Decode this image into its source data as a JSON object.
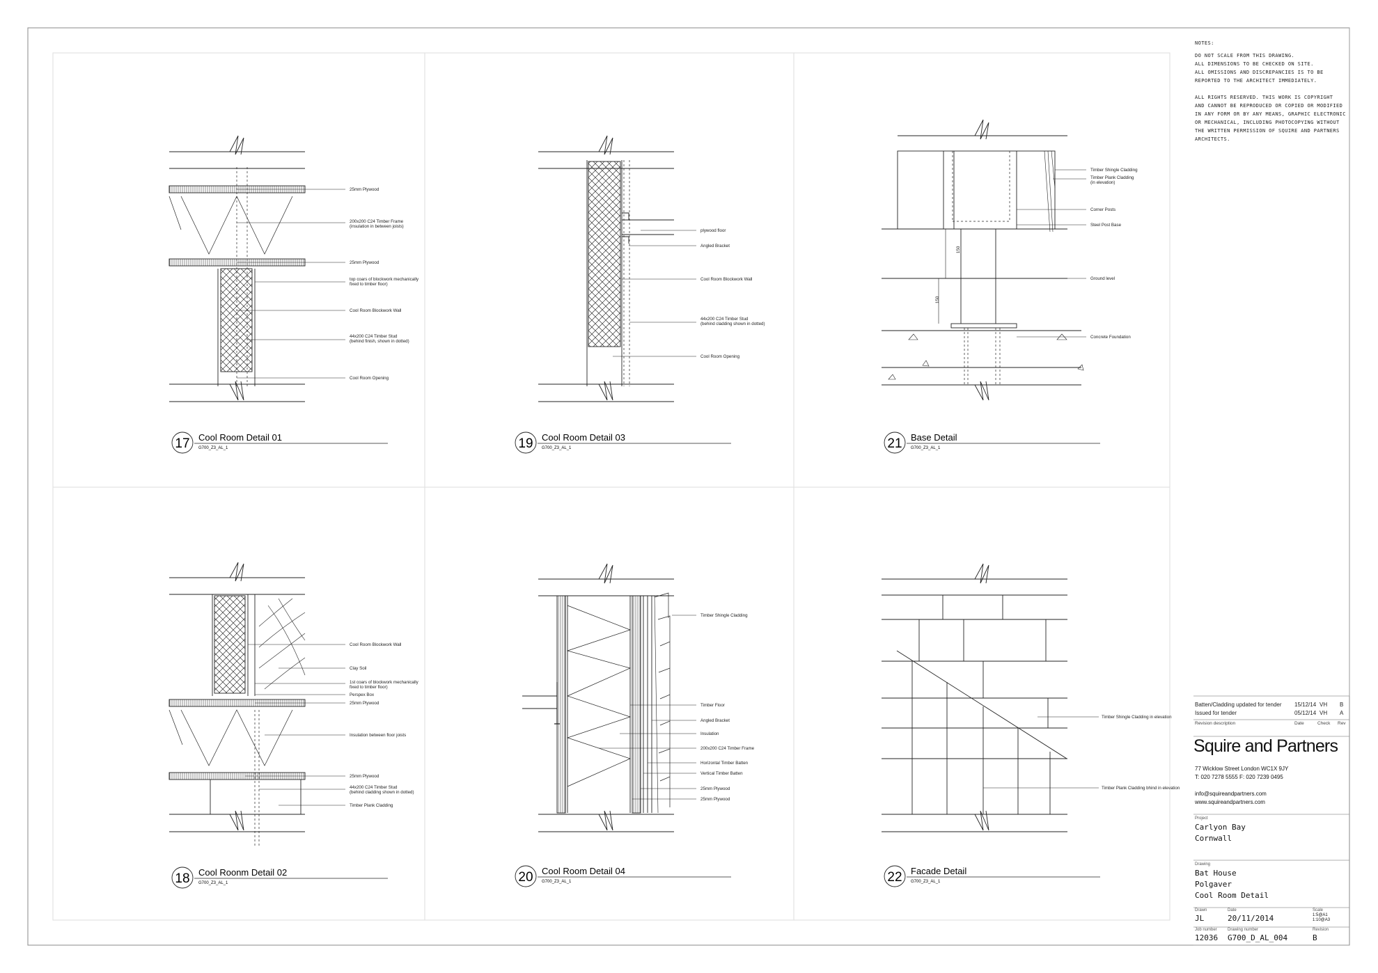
{
  "notes": {
    "heading": "NOTES:",
    "paragraph_1": "DO NOT SCALE FROM THIS DRAWING.\nALL DIMENSIONS TO BE CHECKED ON SITE.\nALL OMISSIONS AND DISCREPANCIES IS TO BE\nREPORTED  TO THE ARCHITECT IMMEDIATELY.",
    "paragraph_2": "ALL RIGHTS RESERVED. THIS WORK IS COPYRIGHT\nAND CANNOT BE REPRODUCED OR COPIED OR MODIFIED\nIN ANY FORM OR BY ANY MEANS, GRAPHIC ELECTRONIC\nOR MECHANICAL, INCLUDING PHOTOCOPYING WITHOUT\nTHE WRITTEN PERMISSION OF SQUIRE AND PARTNERS\nARCHITECTS."
  },
  "revisions": {
    "rows": [
      {
        "description": "Batten/Cladding updated for tender",
        "date": "15/12/14",
        "check": "VH",
        "rev": "B"
      },
      {
        "description": "Issued for tender",
        "date": "05/12/14",
        "check": "VH",
        "rev": "A"
      }
    ],
    "headers": {
      "description": "Revision description",
      "date": "Date",
      "check": "Check",
      "rev": "Rev"
    }
  },
  "firm": {
    "name": "Squire and Partners",
    "address": "77 Wicklow Street London WC1X 9JY",
    "phone": "T: 020 7278 5555  F: 020 7239 0495",
    "email": "info@squireandpartners.com",
    "web": "www.squireandpartners.com"
  },
  "project": {
    "label": "Project",
    "line_1": "Carlyon Bay",
    "line_2": "Cornwall"
  },
  "drawing": {
    "label": "Drawing",
    "line_1": "Bat House",
    "line_2": "Polgaver",
    "line_3": "Cool Room Detail"
  },
  "meta": {
    "drawn_label": "Drawn",
    "drawn": "JL",
    "date_label": "Date",
    "date": "20/11/2014",
    "scale_label": "Scale",
    "scale_1": "1:5@A1",
    "scale_2": "1:10@A3",
    "job_label": "Job number",
    "job": "12036",
    "number_label": "Drawing number",
    "number": "G700_D_AL_004",
    "revision_label": "Revision",
    "revision": "B"
  },
  "details": [
    {
      "num": "17",
      "title": "Cool Room Detail 01",
      "ref": "G700_Z3_AL_1",
      "labels": [
        "25mm Plywood",
        "200x200 C24 Timber Frame",
        "(insulation in between joists)",
        "25mm Plywood",
        "top coars of blockwork mechanically",
        "fixed to timber floor)",
        "Cool Room Blockwork Wall",
        "44x200 C24 Timber Stud",
        "(behind finish, shown in dotted)",
        "Cool Room Opening"
      ]
    },
    {
      "num": "19",
      "title": "Cool Room Detail 03",
      "ref": "G700_Z3_AL_1",
      "labels": [
        "plywood floor",
        "Angled Bracket",
        "Cool Room Blockwork Wall",
        "44x200 C24 Timber Stud",
        "(behind cladding shown in dotted)",
        "Cool Room Opening"
      ]
    },
    {
      "num": "21",
      "title": "Base Detail",
      "ref": "G700_Z3_AL_1",
      "labels": [
        "Timber Shingle Cladding",
        "Timber Plank Cladding",
        "(in elevation)",
        "Corner Posts",
        "Steel Post Base",
        "Ground level",
        "Concrete Foundation"
      ],
      "dims": [
        "150",
        "150"
      ]
    },
    {
      "num": "18",
      "title": "Cool Roonm Detail 02",
      "ref": "G700_Z3_AL_1",
      "labels": [
        "Cool Room Blockwork Wall",
        "Clay Soil",
        "1st coars of blockwork mechanically",
        "fixed to timber floor)",
        "Perspex Box",
        "25mm Plywood",
        "Insulation between floor joists",
        "25mm Plywood",
        "44x200 C24 Timber Stud",
        "(behind cladding shown in dotted)",
        "Timber Plank Cladding"
      ]
    },
    {
      "num": "20",
      "title": "Cool Room Detail 04",
      "ref": "G700_Z3_AL_1",
      "labels": [
        "Timber Shingle Cladding",
        "Timber Floor",
        "Angled Bracket",
        "Insulation",
        "200x200 C24 Timber Frame",
        "Horizontal Timber Batten",
        "Vertical Timber Batten",
        "25mm Plywood",
        "25mm Plywood"
      ]
    },
    {
      "num": "22",
      "title": "Facade Detail",
      "ref": "G700_Z3_AL_1",
      "labels": [
        "Timber Shingle Cladding in elevation",
        "Timber Plank Cladding bhind in elevation"
      ]
    }
  ]
}
